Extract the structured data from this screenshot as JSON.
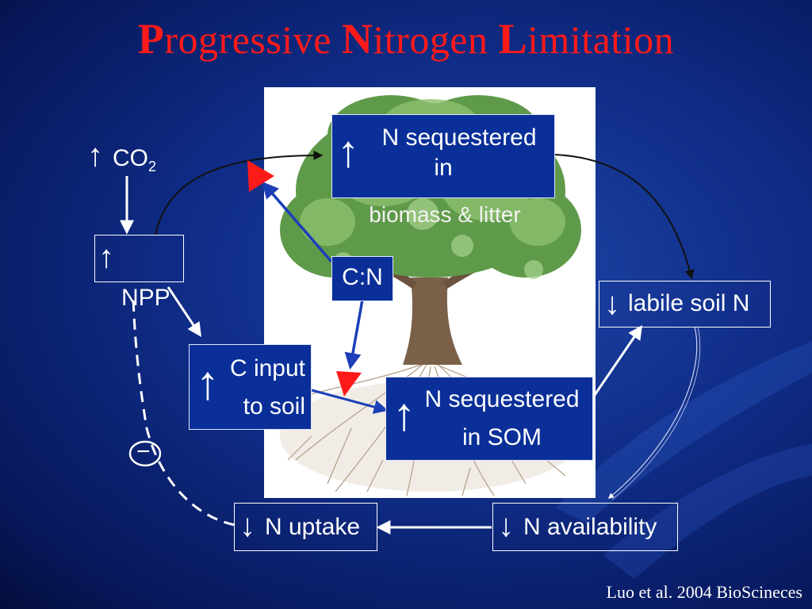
{
  "title": {
    "p_cap": "P",
    "p_rest": "rogressive ",
    "n_cap": "N",
    "n_rest": "itrogen ",
    "l_cap": "L",
    "l_rest": "imitation"
  },
  "nodes": {
    "co2": {
      "label": "CO",
      "sub": "2"
    },
    "npp": {
      "label": "NPP"
    },
    "biomass": {
      "line1": "N sequestered",
      "line2": "in",
      "line3": "biomass & litter"
    },
    "cn": {
      "label": "C:N"
    },
    "c_input": {
      "line1": "C input",
      "line2": "to soil"
    },
    "som": {
      "line1": "N sequestered",
      "line2": "in SOM"
    },
    "labile": {
      "label": "labile soil N"
    },
    "uptake": {
      "label": "N uptake"
    },
    "availability": {
      "label": "N availability"
    },
    "feedback_sign": "−"
  },
  "arrows_glyph": {
    "up": "↑",
    "down": "↓"
  },
  "citation": "Luo et al. 2004 BioScineces",
  "colors": {
    "title": "#ff1a1a",
    "background": "#0f2c86",
    "box_fill": "#0a2f98",
    "triangle": "#ff1a1a",
    "cn_arrow": "#1c3fb8"
  }
}
